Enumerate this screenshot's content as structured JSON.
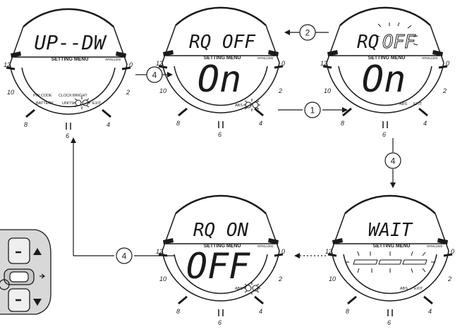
{
  "displays": {
    "d1": {
      "top_text": "UP--DW",
      "menu_label": "SETTING MENU",
      "rpm_label": "RPMx1000",
      "scale": {
        "t12": "12",
        "t0": "0",
        "t10": "10",
        "t2": "2",
        "t8": "8",
        "t6": "6",
        "t4": "4"
      },
      "menu": {
        "pin_code": "PIN CODE",
        "clock": "CLOCK",
        "bright": "BRIGHT",
        "battery": "BATTERY",
        "units": "UNITS",
        "exit": "EXIT"
      }
    },
    "d2": {
      "top_text": "RQ OFF",
      "menu_label": "SETTING MENU",
      "rpm_label": "RPMx1000",
      "big_text": "On",
      "abs": "ABS",
      "scale": {
        "t12": "12",
        "t0": "0",
        "t10": "10",
        "t2": "2",
        "t8": "8",
        "t6": "6",
        "t4": "4"
      }
    },
    "d3": {
      "top_text_prefix": "RQ",
      "top_text_blink": "OFF",
      "menu_label": "SETTING MENU",
      "rpm_label": "RPMx1000",
      "big_text": "On",
      "abs": "ABS",
      "exit": "EXIT",
      "scale": {
        "t12": "12",
        "t0": "0",
        "t10": "10",
        "t2": "2",
        "t8": "8",
        "t6": "6",
        "t4": "4"
      }
    },
    "d4": {
      "top_text": "RQ ON",
      "menu_label": "SETTING MENU",
      "rpm_label": "RPMx1000",
      "big_text": "OFF",
      "abs": "ABS",
      "scale": {
        "t12": "12",
        "t0": "0",
        "t10": "10",
        "t2": "2",
        "t8": "8",
        "t6": "6",
        "t4": "4"
      }
    },
    "d5": {
      "top_text": "WAIT",
      "menu_label": "SETTING MENU",
      "rpm_label": "RPMx1000",
      "abs": "ABS",
      "exit": "EXIT",
      "scale": {
        "t12": "12",
        "t0": "0",
        "t10": "10",
        "t2": "2",
        "t8": "8",
        "t6": "6",
        "t4": "4"
      }
    }
  },
  "steps": {
    "d1_to_d2": "4",
    "d3_to_d2": "2",
    "d2_to_d3": "1",
    "d3_to_d5": "4",
    "d4_to_d1": "4"
  },
  "colors": {
    "ink": "#1a1a1a",
    "button_fill": "#e0e0e0",
    "switch_fill": "#bdbdbd"
  }
}
